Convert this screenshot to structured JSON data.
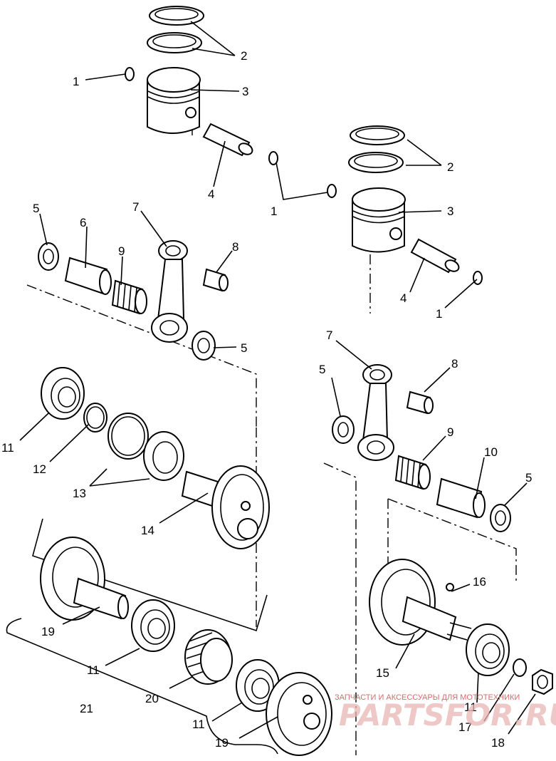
{
  "diagram": {
    "callouts": {
      "c1a": "1",
      "c2a": "2",
      "c3a": "3",
      "c4a": "4",
      "c1b": "1",
      "c2b": "2",
      "c3b": "3",
      "c4b": "4",
      "c1c": "1",
      "c5a": "5",
      "c6": "6",
      "c7a": "7",
      "c8a": "8",
      "c9a": "9",
      "c5b": "5",
      "c7b": "7",
      "c5c": "5",
      "c8b": "8",
      "c9b": "9",
      "c10": "10",
      "c5d": "5",
      "c11a": "11",
      "c12": "12",
      "c13": "13",
      "c14": "14",
      "c19a": "19",
      "c11b": "11",
      "c20": "20",
      "c21": "21",
      "c11c": "11",
      "c19b": "19",
      "c16": "16",
      "c15": "15",
      "c11d": "11",
      "c17": "17",
      "c18": "18"
    }
  },
  "watermark": {
    "caption": "ЗАПЧАСТИ И АКСЕССУАРЫ ДЛЯ МОТОТЕХНИКИ",
    "logo": "PARTSFOR.RU"
  }
}
